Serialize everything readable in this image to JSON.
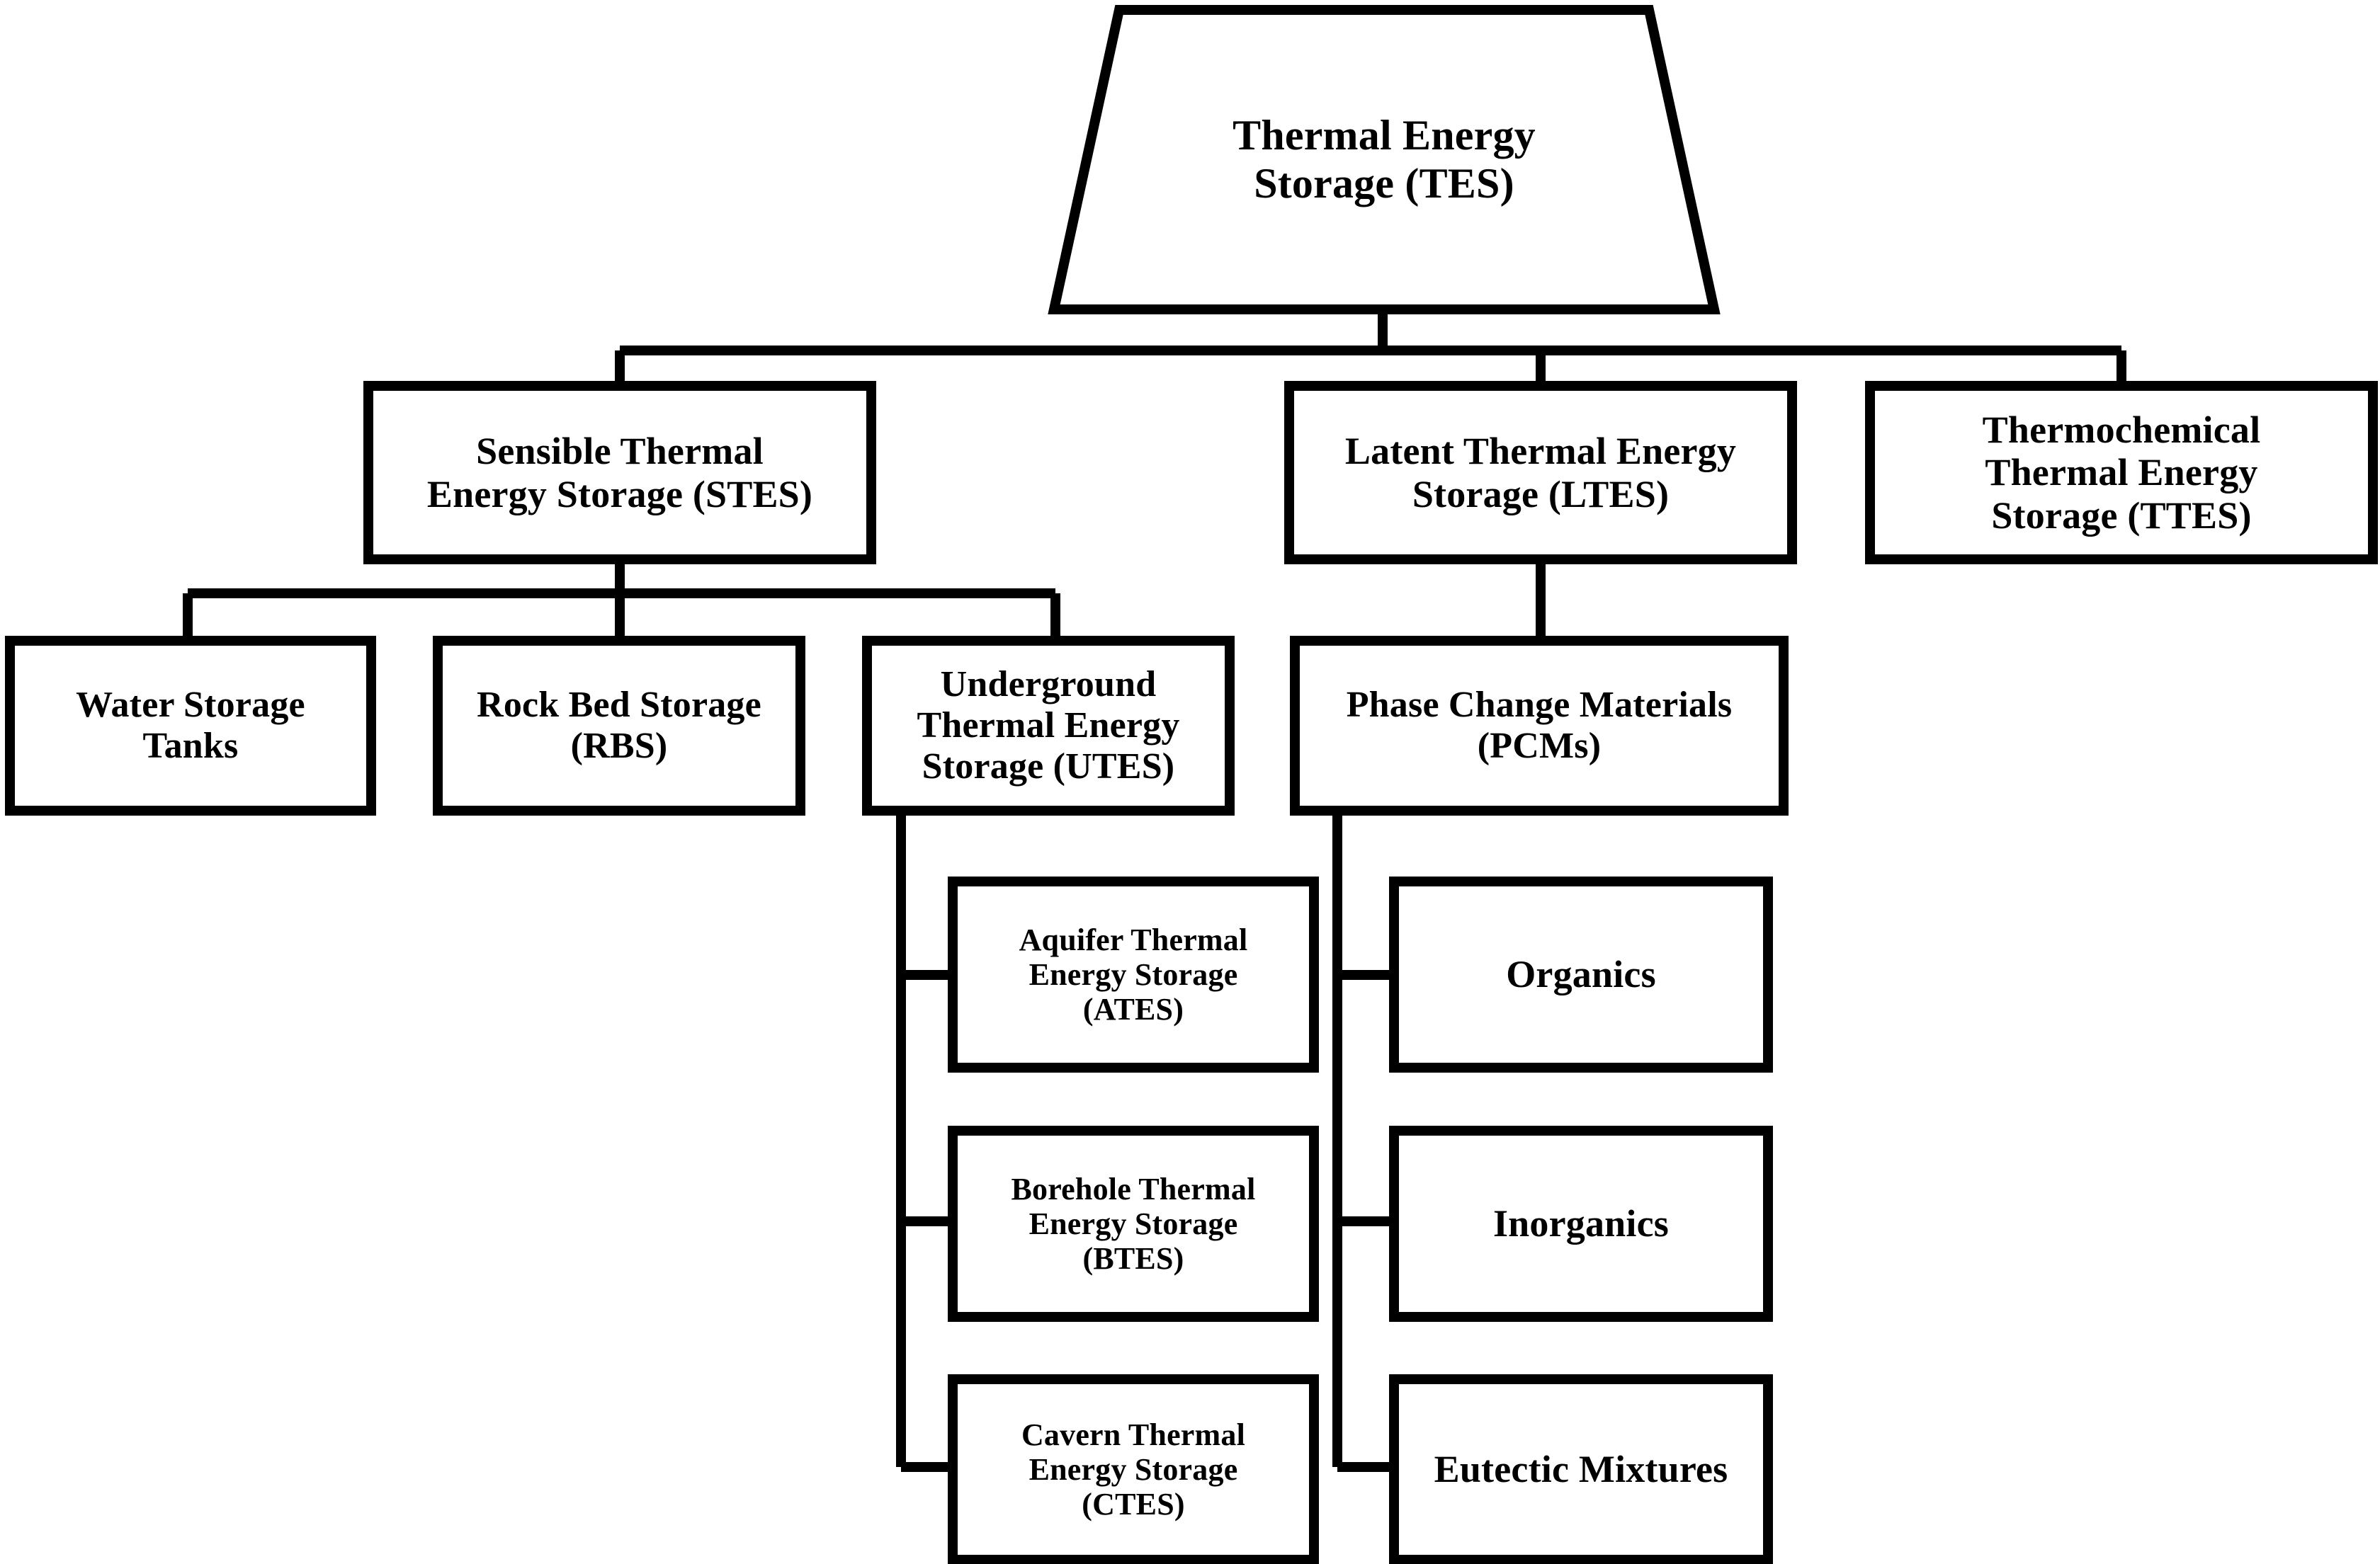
{
  "diagram": {
    "title": "Thermal Energy Storage (TES) classification tree",
    "type": "hierarchy-tree",
    "orientation": "top-down",
    "background_color": "#ffffff",
    "line_color": "#000000",
    "text_color": "#000000",
    "nodes": {
      "root": {
        "label": "Thermal Energy\nStorage (TES)",
        "shape": "trapezoid",
        "level": 1
      },
      "stes": {
        "label": "Sensible Thermal\nEnergy Storage (STES)",
        "shape": "rectangle",
        "level": 2
      },
      "ltes": {
        "label": "Latent Thermal Energy\nStorage (LTES)",
        "shape": "rectangle",
        "level": 2
      },
      "ttes": {
        "label": "Thermochemical\nThermal Energy\nStorage (TTES)",
        "shape": "rectangle",
        "level": 2
      },
      "water_tanks": {
        "label": "Water Storage\nTanks",
        "shape": "rectangle",
        "level": 3
      },
      "rock_bed": {
        "label": "Rock Bed Storage\n(RBS)",
        "shape": "rectangle",
        "level": 3
      },
      "utes": {
        "label": "Underground\nThermal Energy\nStorage (UTES)",
        "shape": "rectangle",
        "level": 3
      },
      "pcms": {
        "label": "Phase Change Materials\n(PCMs)",
        "shape": "rectangle",
        "level": 3
      },
      "ates": {
        "label": "Aquifer Thermal\nEnergy Storage\n(ATES)",
        "shape": "rectangle",
        "level": 4
      },
      "btes": {
        "label": "Borehole Thermal\nEnergy Storage\n(BTES)",
        "shape": "rectangle",
        "level": 4
      },
      "ctes": {
        "label": "Cavern Thermal\nEnergy Storage\n(CTES)",
        "shape": "rectangle",
        "level": 4
      },
      "organics": {
        "label": "Organics",
        "shape": "rectangle",
        "level": 4
      },
      "inorganics": {
        "label": "Inorganics",
        "shape": "rectangle",
        "level": 4
      },
      "eutectic": {
        "label": "Eutectic Mixtures",
        "shape": "rectangle",
        "level": 4
      }
    },
    "edges": [
      {
        "from": "root",
        "to": "stes"
      },
      {
        "from": "root",
        "to": "ltes"
      },
      {
        "from": "root",
        "to": "ttes"
      },
      {
        "from": "stes",
        "to": "water_tanks"
      },
      {
        "from": "stes",
        "to": "rock_bed"
      },
      {
        "from": "stes",
        "to": "utes"
      },
      {
        "from": "ltes",
        "to": "pcms"
      },
      {
        "from": "utes",
        "to": "ates"
      },
      {
        "from": "utes",
        "to": "btes"
      },
      {
        "from": "utes",
        "to": "ctes"
      },
      {
        "from": "pcms",
        "to": "organics"
      },
      {
        "from": "pcms",
        "to": "inorganics"
      },
      {
        "from": "pcms",
        "to": "eutectic"
      }
    ]
  }
}
